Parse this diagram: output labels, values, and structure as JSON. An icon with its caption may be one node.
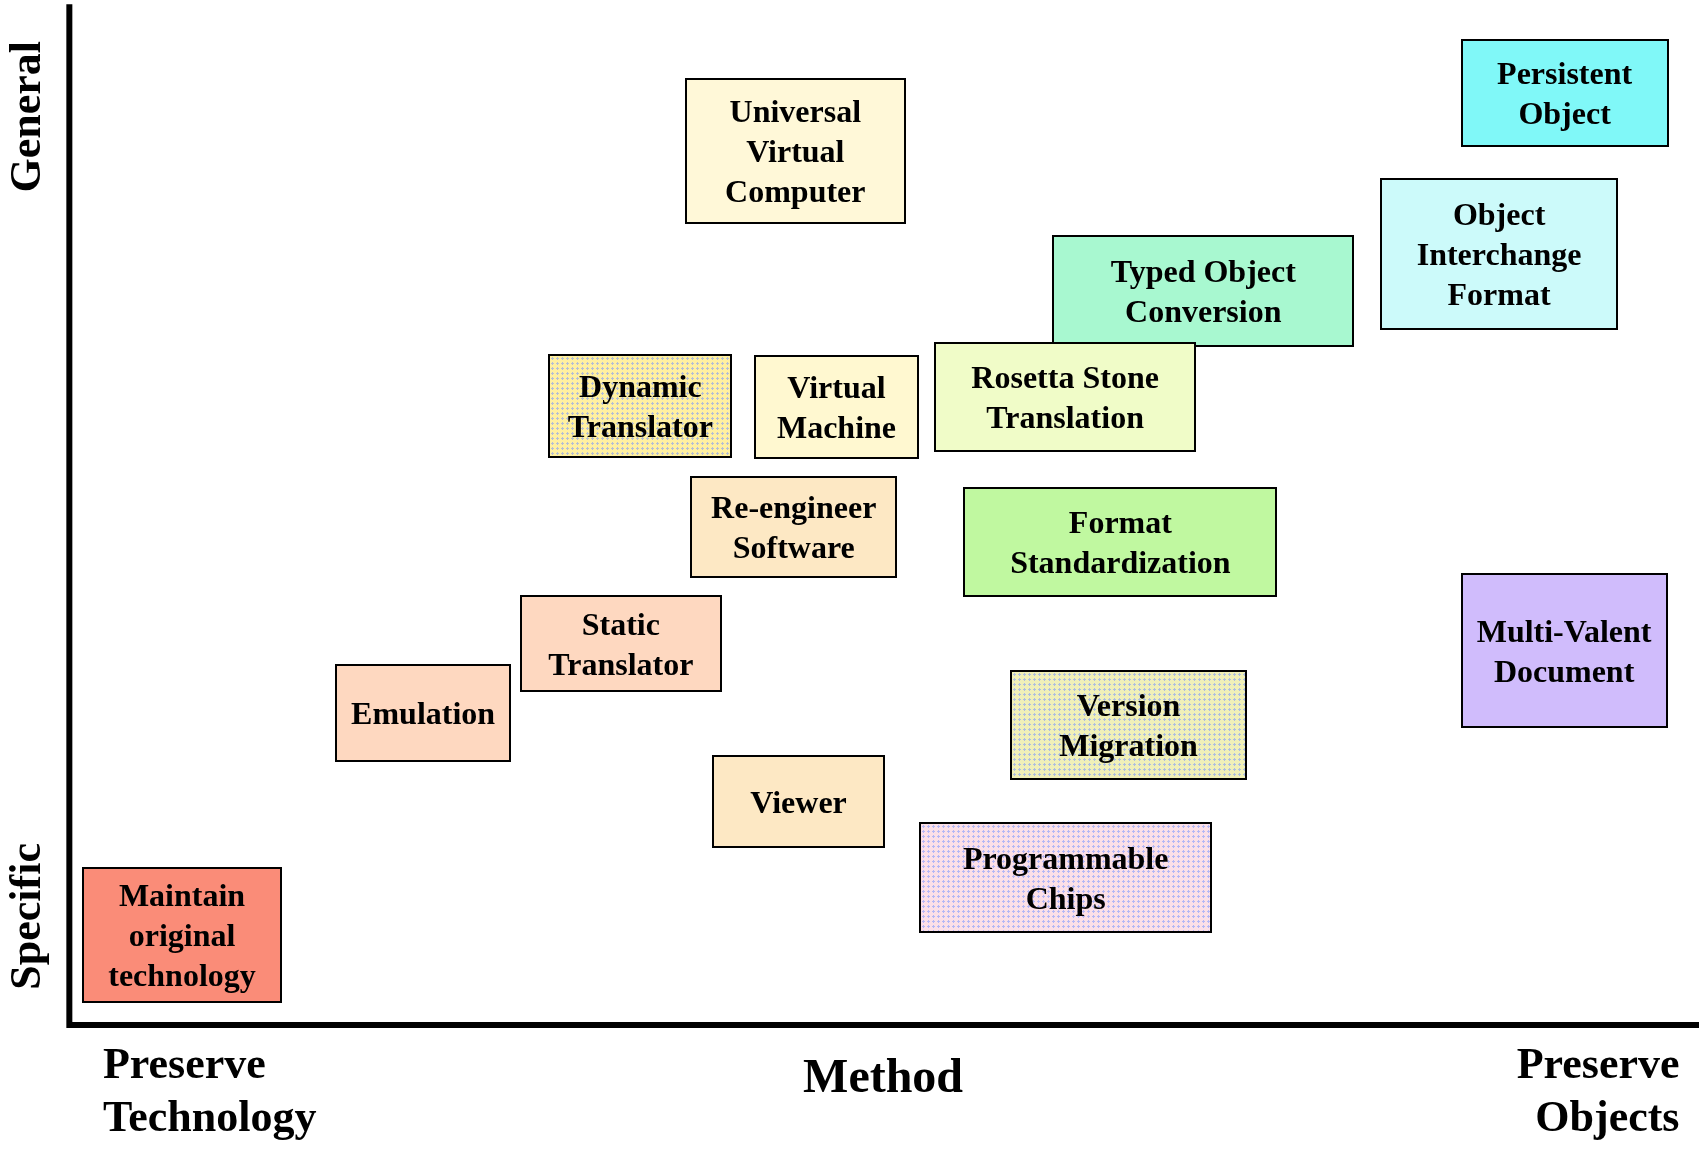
{
  "diagram": {
    "nodes": [
      {
        "text": [
          "Persistent Object"
        ]
      },
      {
        "text": [
          "Universal Virtual Computer"
        ]
      },
      {
        "text": [
          "Object Interchange Format"
        ]
      },
      {
        "text": [
          "Typed Object Conversion"
        ]
      },
      {
        "text": [
          "Rosetta Stone Translation"
        ]
      },
      {
        "text": [
          "Dynamic Translator"
        ]
      },
      {
        "text": [
          "Virtual Machine"
        ]
      },
      {
        "text": [
          "Re-engineer Software"
        ]
      },
      {
        "text": [
          "Format Standardization"
        ]
      },
      {
        "text": [
          "Multi-Valent Document"
        ]
      },
      {
        "text": [
          "Static Translator"
        ]
      },
      {
        "text": [
          "Emulation"
        ]
      },
      {
        "text": [
          "Version Migration"
        ]
      },
      {
        "text": [
          "Viewer"
        ]
      },
      {
        "text": [
          "Programmable Chips"
        ]
      },
      {
        "text": [
          "Maintain original technology"
        ]
      }
    ],
    "labels": [
      "General",
      "Specific",
      "Preserve Technology",
      "Method",
      "Preserve Objects"
    ]
  }
}
